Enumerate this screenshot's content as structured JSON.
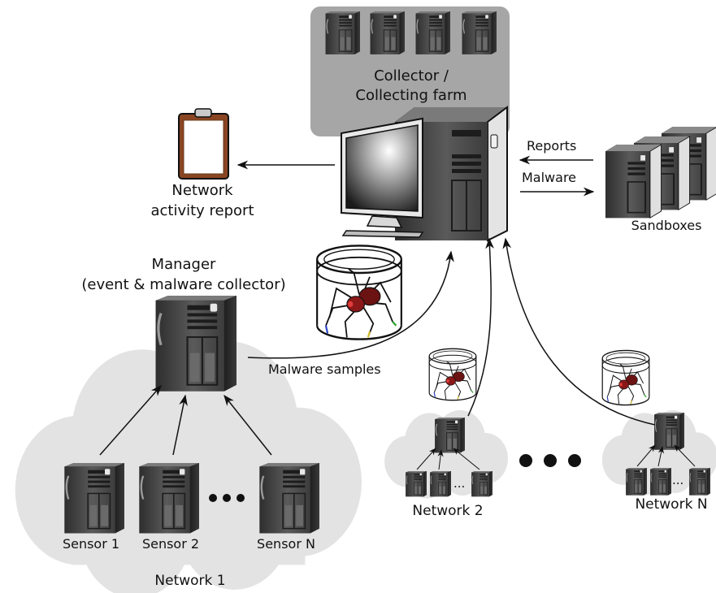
{
  "labels": {
    "collector_line1": "Collector /",
    "collector_line2": "Collecting farm",
    "report_line1": "Network",
    "report_line2": "activity report",
    "reports_arrow": "Reports",
    "malware_arrow": "Malware",
    "sandboxes": "Sandboxes",
    "manager_line1": "Manager",
    "manager_line2": "(event & malware collector)",
    "malware_samples": "Malware samples",
    "sensor_1": "Sensor 1",
    "sensor_2": "Sensor 2",
    "sensor_n": "Sensor N",
    "network_1": "Network 1",
    "network_2": "Network 2",
    "network_n": "Network N",
    "mini_ellipsis": "..."
  },
  "colors": {
    "farm_box": "#a6a6a6",
    "server_dark": "#3a3a3a",
    "server_mid": "#5f5f5f",
    "cloud": "#e3e3e3",
    "clipboard": "#8a4522",
    "spider_body": "#6b1212"
  }
}
